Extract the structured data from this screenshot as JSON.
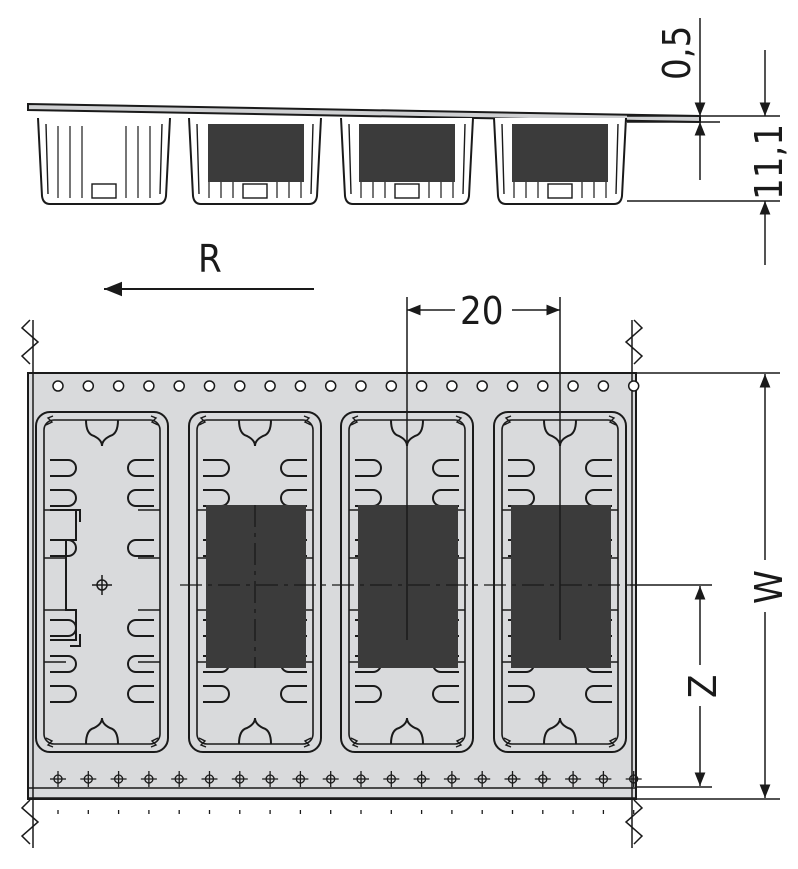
{
  "dimensions": {
    "cover_thickness": "0,5",
    "pocket_depth": "11,1",
    "pitch": "20",
    "tape_width": "W",
    "offset": "Z"
  },
  "direction_label": "R",
  "colors": {
    "tape_fill": "#d9dadc",
    "component_fill": "#3b3b3b",
    "outline": "#1a1a1a"
  }
}
